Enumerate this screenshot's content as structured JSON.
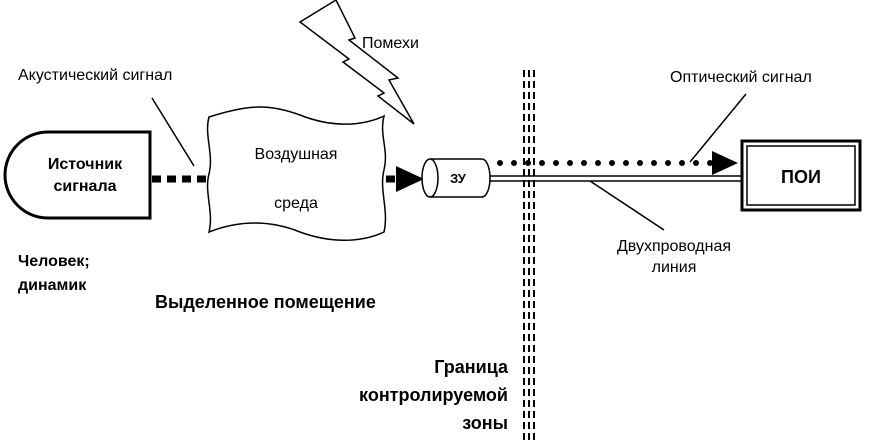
{
  "labels": {
    "interference": "Помехи",
    "acoustic_signal": "Акустический сигнал",
    "source_line1": "Источник",
    "source_line2": "сигнала",
    "medium_line1": "Воздушная",
    "medium_line2": "среда",
    "device": "ЗУ",
    "optical_signal": "Оптический сигнал",
    "receiver": "ПОИ",
    "two_wire_line1": "Двухпроводная",
    "two_wire_line2": "линия",
    "source_examples_line1": "Человек;",
    "source_examples_line2": "динамик",
    "room": "Выделенное помещение",
    "boundary_line1": "Граница",
    "boundary_line2": "контролируемой",
    "boundary_line3": "зоны"
  },
  "icons": {
    "interference": "lightning-bolt-icon"
  },
  "colors": {
    "stroke": "#000000",
    "background": "#ffffff"
  }
}
